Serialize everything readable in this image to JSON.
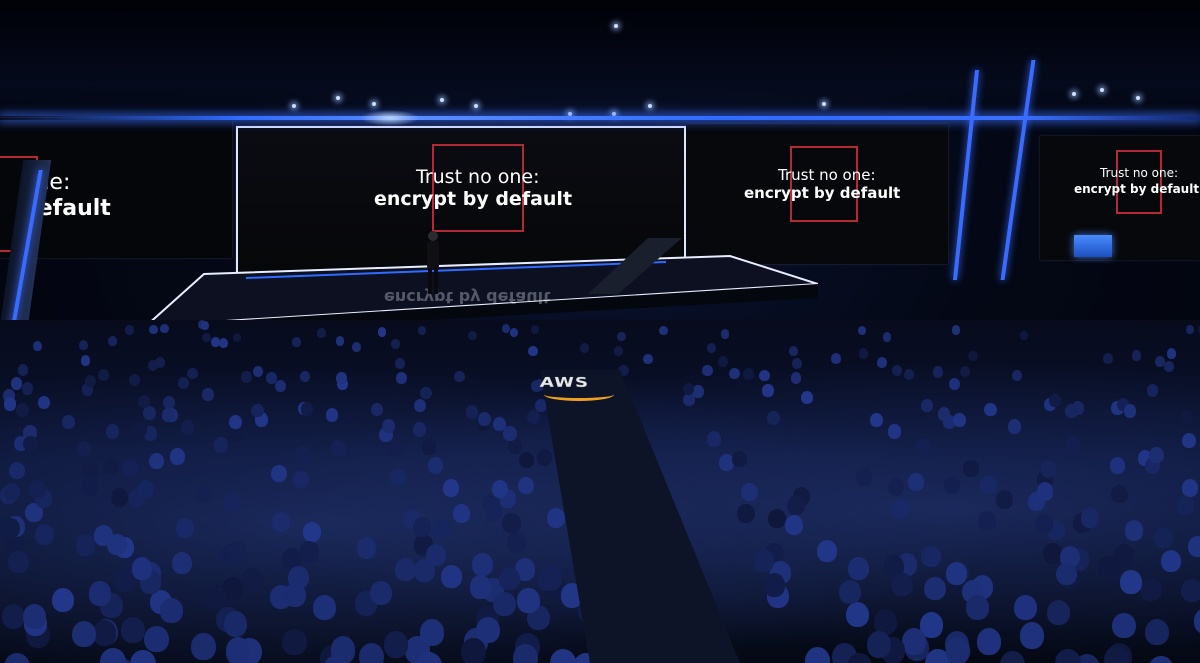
{
  "slides": [
    {
      "line1": "one:",
      "line2": "default"
    },
    {
      "line1": "Trust no one:",
      "line2": "encrypt by default"
    },
    {
      "line1": "Trust no one:",
      "line2": "encrypt by default"
    },
    {
      "line1": "Trust no one:",
      "line2": "encrypt by default"
    }
  ],
  "stage_reflection_text": "encrypt by default",
  "floor_logo": "AWS",
  "colors": {
    "neon_blue": "#2f6bff",
    "slide_frame_red": "#b32a36",
    "aws_orange": "#f0a020"
  }
}
